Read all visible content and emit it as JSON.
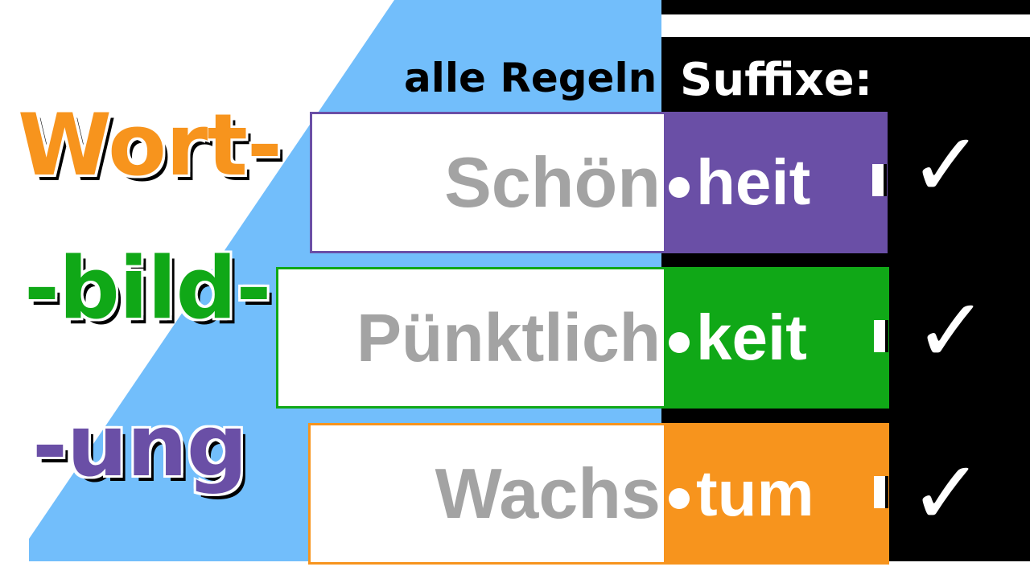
{
  "headings": {
    "left": "alle Regeln",
    "right": "Suffixe:"
  },
  "title_words": {
    "word1": "Wort-",
    "word2": "-bild-",
    "word3": "-ung"
  },
  "examples": [
    {
      "stem": "Schön",
      "suffix": "heit",
      "color": "#6a4fa6"
    },
    {
      "stem": "Pünktlich",
      "suffix": "keit",
      "color": "#10a817"
    },
    {
      "stem": "Wachs",
      "suffix": "tum",
      "color": "#f7941d"
    }
  ],
  "check_symbol": "✓",
  "colors": {
    "background_blue": "#72befb",
    "background_black": "#000000",
    "orange": "#f7941d",
    "green": "#10a817",
    "purple": "#6a4fa6",
    "stem_gray": "#a3a3a3"
  }
}
